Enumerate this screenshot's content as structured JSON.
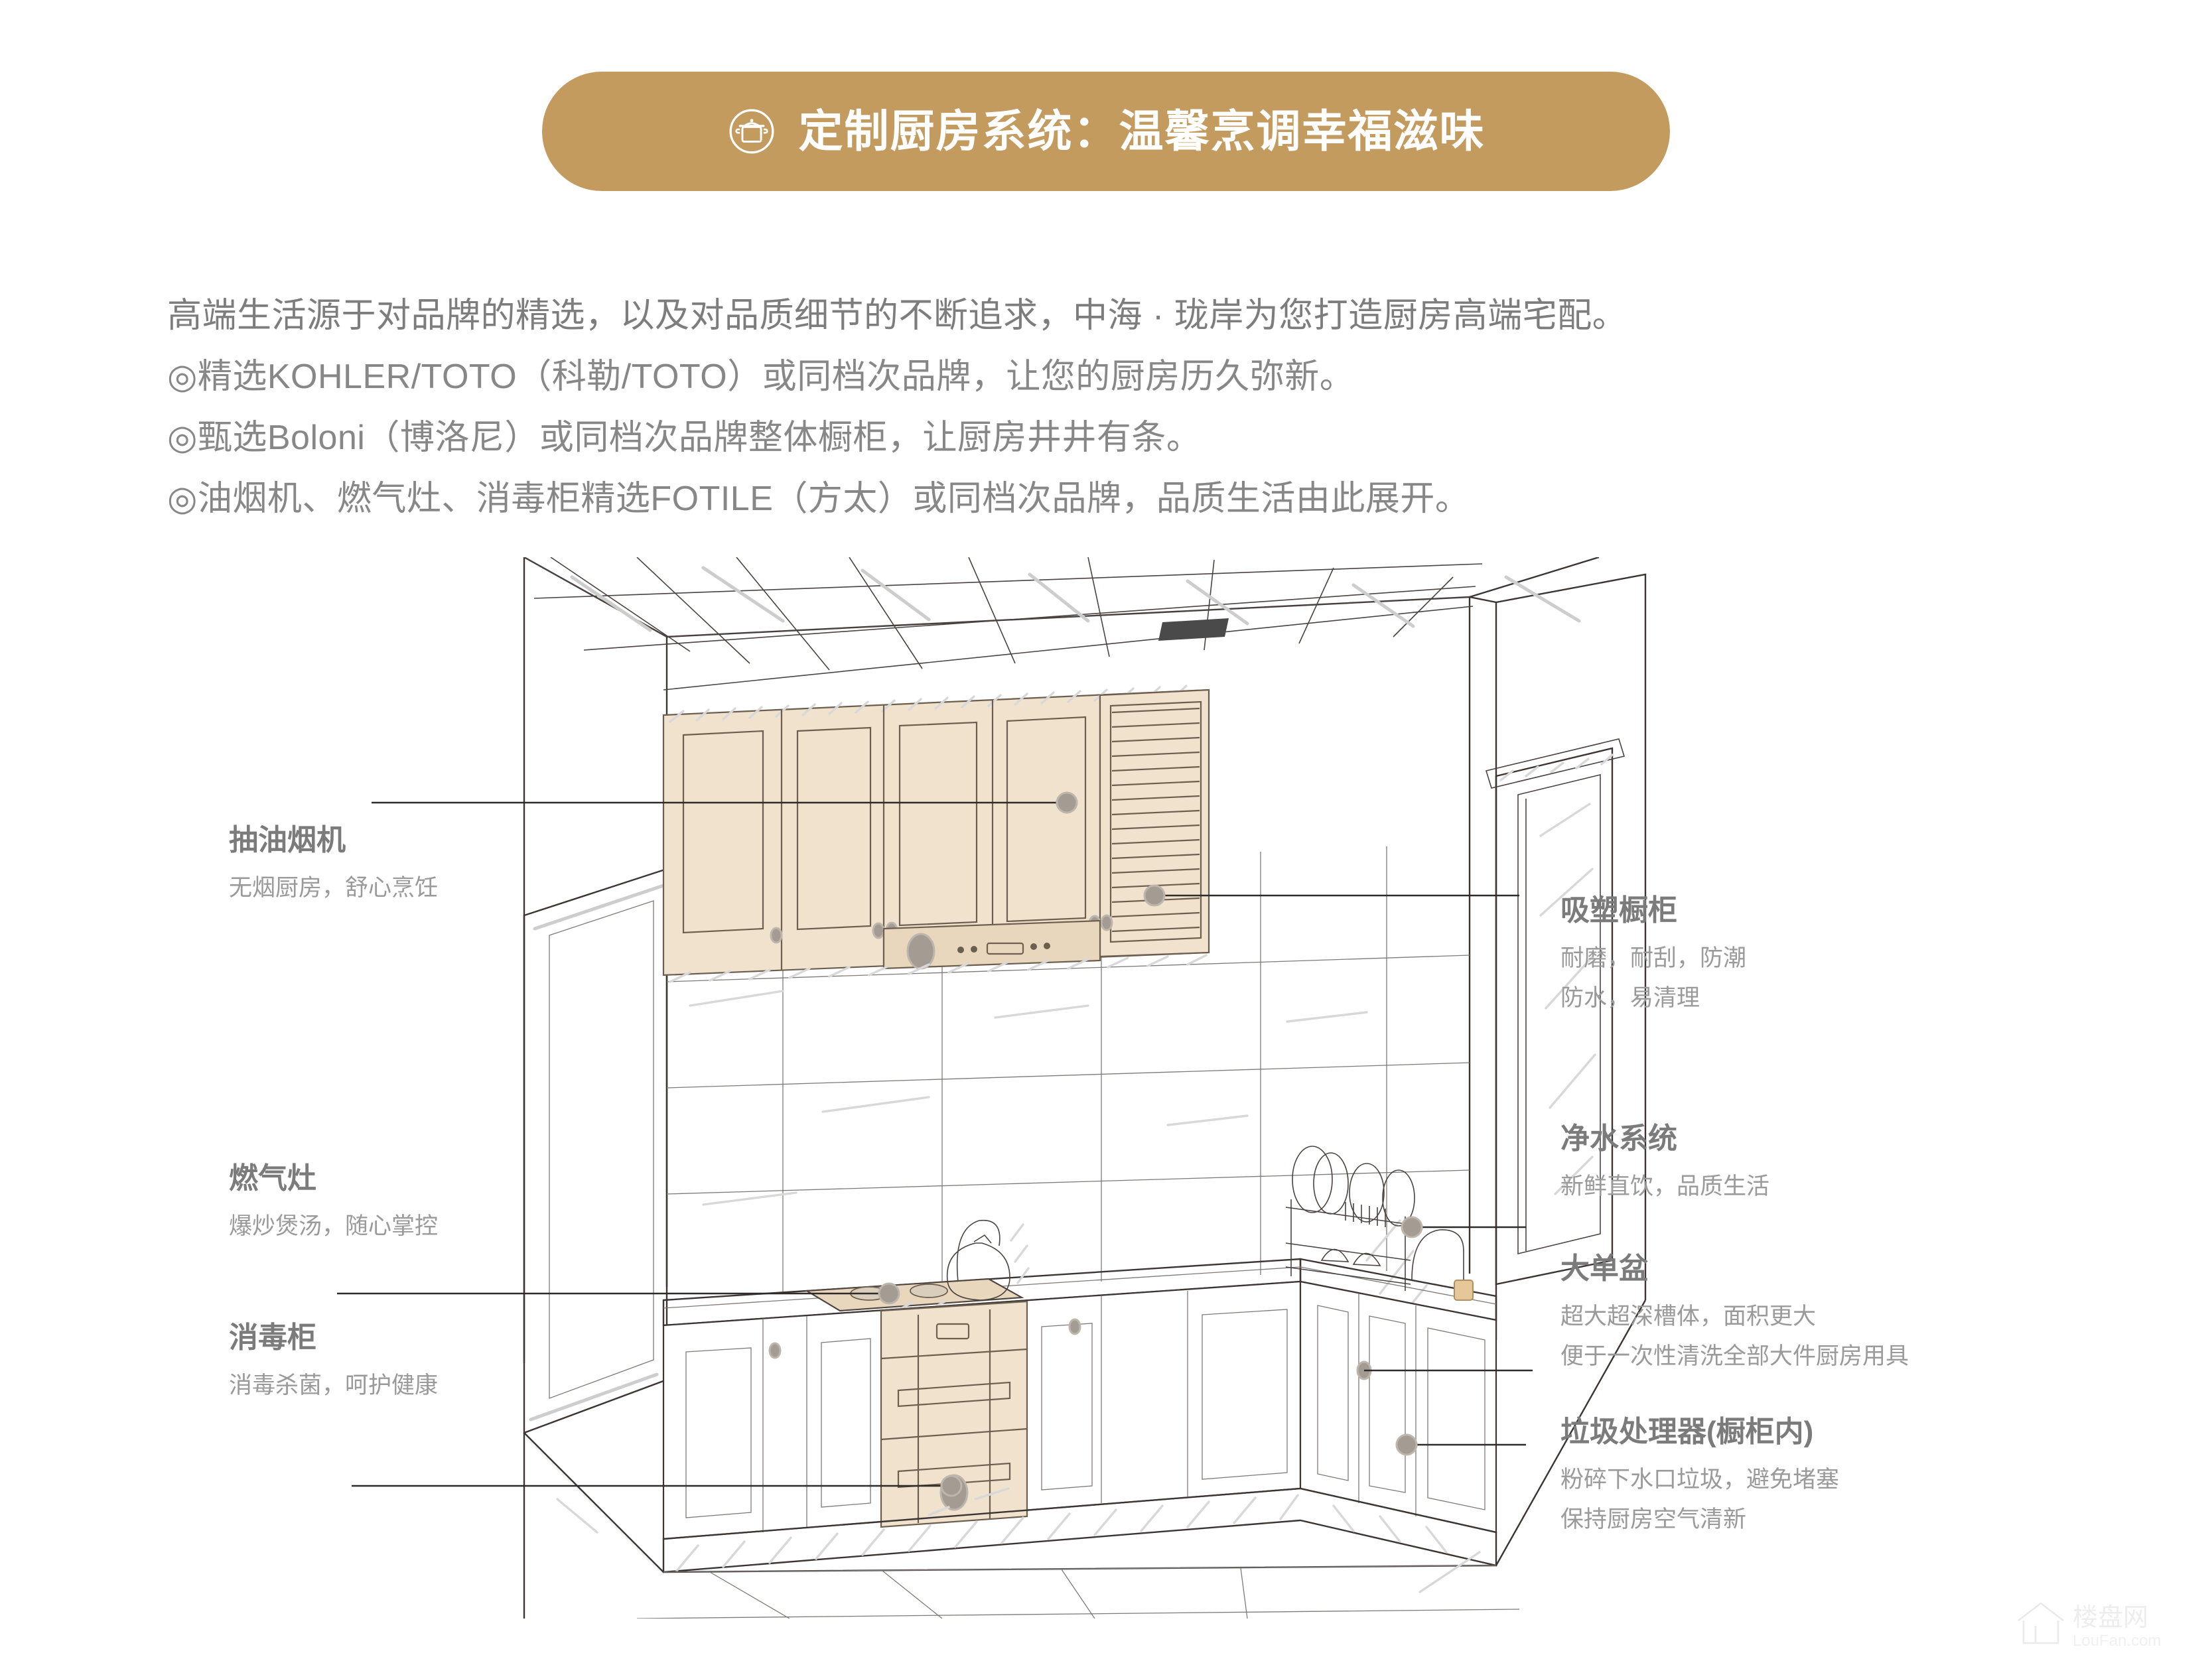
{
  "banner": {
    "icon": "cooking-pot-icon",
    "title": "定制厨房系统：温馨烹调幸福滋味",
    "background_color": "#c39b5f",
    "text_color": "#ffffff"
  },
  "intro": {
    "lines": [
      "高端生活源于对品牌的精选，以及对品质细节的不断追求，中海 · 珑岸为您打造厨房高端宅配。",
      "◎精选KOHLER/TOTO（科勒/TOTO）或同档次品牌，让您的厨房历久弥新。",
      "◎甄选Boloni（博洛尼）或同档次品牌整体橱柜，让厨房井井有条。",
      "◎油烟机、燃气灶、消毒柜精选FOTILE（方太）或同档次品牌，品质生活由此展开。"
    ],
    "text_color": "#878787"
  },
  "callouts": {
    "left": [
      {
        "name": "range-hood",
        "title": "抽油烟机",
        "desc": [
          "无烟厨房，舒心烹饪"
        ]
      },
      {
        "name": "gas-stove",
        "title": "燃气灶",
        "desc": [
          "爆炒煲汤，随心掌控"
        ]
      },
      {
        "name": "sterilizer-cabinet",
        "title": "消毒柜",
        "desc": [
          "消毒杀菌，呵护健康"
        ]
      }
    ],
    "right": [
      {
        "name": "thermoformed-cabinet",
        "title": "吸塑橱柜",
        "desc": [
          "耐磨，耐刮，防潮",
          "防水，易清理"
        ]
      },
      {
        "name": "water-purification-system",
        "title": "净水系统",
        "desc": [
          "新鲜直饮，品质生活"
        ]
      },
      {
        "name": "large-single-sink",
        "title": "大单盆",
        "desc": [
          "超大超深槽体，面积更大",
          "便于一次性清洗全部大件厨房用具"
        ]
      },
      {
        "name": "garbage-disposal",
        "title": "垃圾处理器(橱柜内)",
        "desc": [
          "粉碎下水口垃圾，避免堵塞",
          "保持厨房空气清新"
        ]
      }
    ]
  },
  "illustration": {
    "name": "kitchen-line-drawing",
    "cabinet_fill": "#f0e2cd",
    "accent_fill": "#e9d7bd",
    "line_color": "#3c3532",
    "sketch_color": "#cfcfcf"
  },
  "watermark": {
    "brand_cn": "楼盘网",
    "brand_en": "LouFan.com"
  }
}
